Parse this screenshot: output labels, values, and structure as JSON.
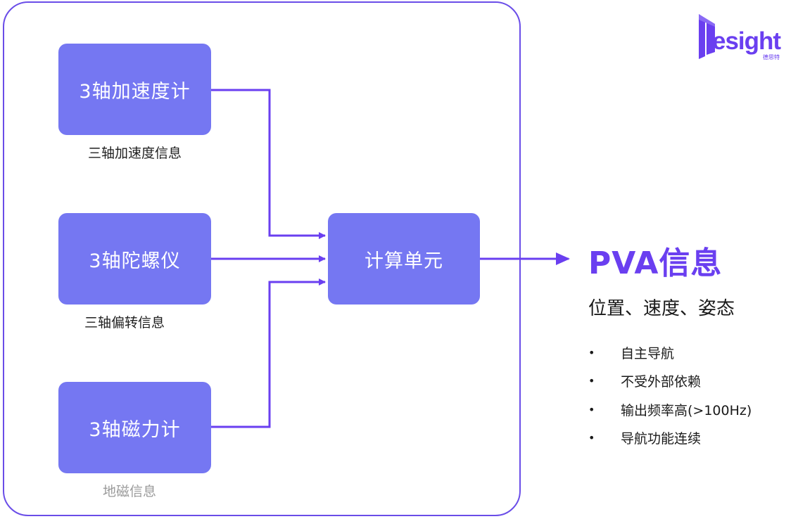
{
  "sensors": {
    "accelerometer": {
      "label": "3轴加速度计",
      "caption": "三轴加速度信息"
    },
    "gyroscope": {
      "label": "3轴陀螺仪",
      "caption": "三轴偏转信息"
    },
    "magnetometer": {
      "label": "3轴磁力计",
      "caption": "地磁信息"
    }
  },
  "compute_unit": {
    "label": "计算单元"
  },
  "output": {
    "title": "PVA信息",
    "subtitle": "位置、速度、姿态",
    "features": [
      "自主导航",
      "不受外部依赖",
      "输出频率高(>100Hz)",
      "导航功能连续"
    ]
  },
  "logo": {
    "text": "esight",
    "sub": "德思特"
  },
  "colors": {
    "accent": "#6a3ff0",
    "box": "#7577f2",
    "caption_muted": "#9a9a9a"
  }
}
